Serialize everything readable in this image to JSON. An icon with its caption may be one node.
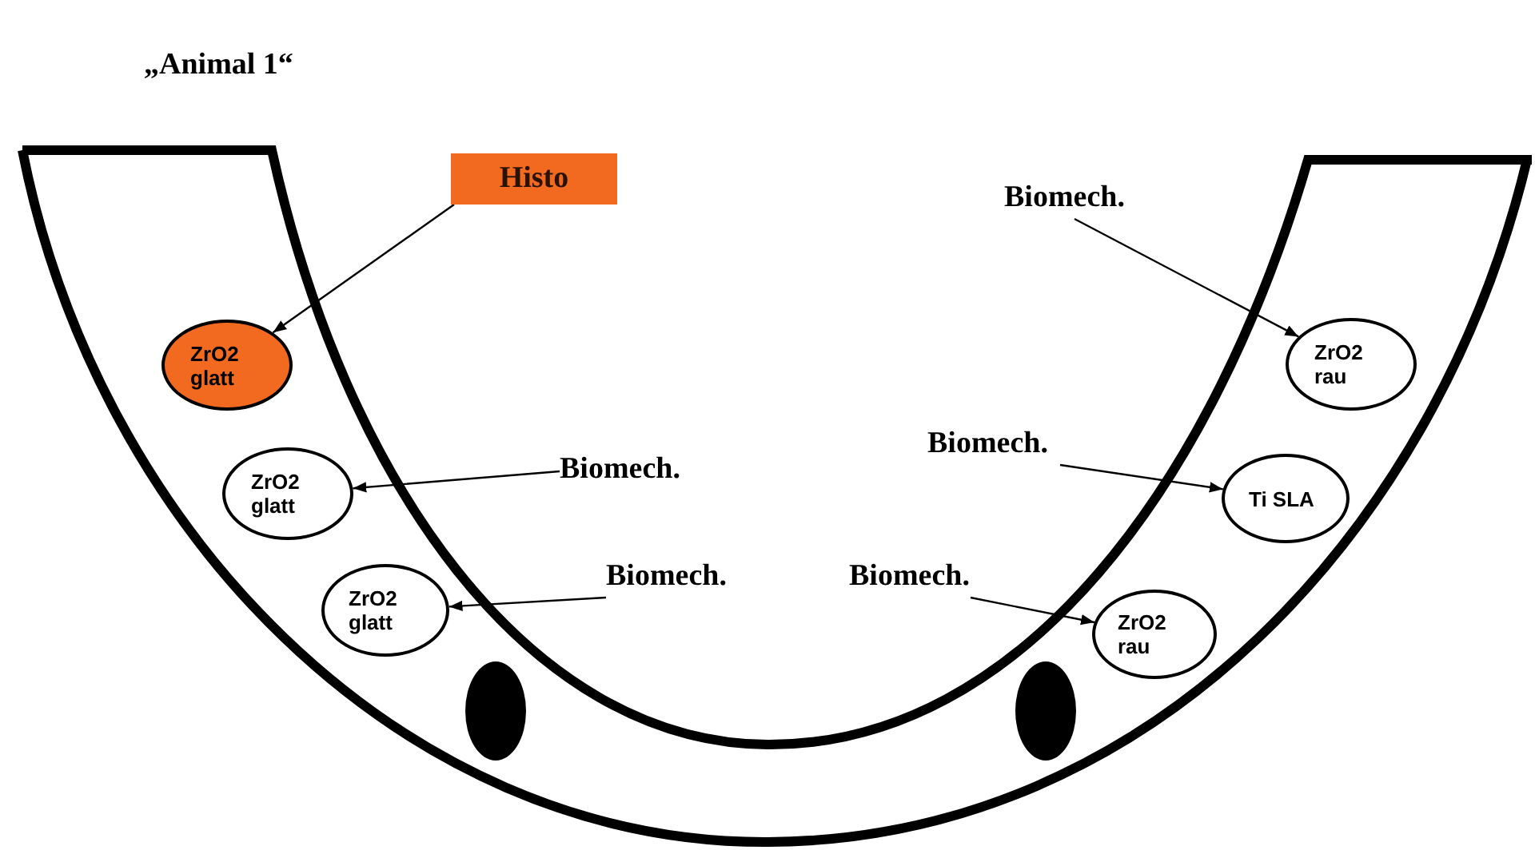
{
  "diagram": {
    "title": "„Animal 1“",
    "nodes": [
      {
        "text": [
          "Histo"
        ]
      },
      {
        "text": [
          "Biomech."
        ]
      },
      {
        "text": [
          "ZrO2 glatt"
        ]
      },
      {
        "text": [
          "ZrO2 rau"
        ]
      },
      {
        "text": [
          "Biomech."
        ]
      },
      {
        "text": [
          "ZrO2 glatt"
        ]
      },
      {
        "text": [
          "Biomech."
        ]
      },
      {
        "text": [
          "Ti SLA"
        ]
      },
      {
        "text": [
          "Biomech."
        ]
      },
      {
        "text": [
          "Biomech."
        ]
      },
      {
        "text": [
          "ZrO2 glatt"
        ]
      },
      {
        "text": [
          "ZrO2 rau"
        ]
      }
    ],
    "edges": [
      {
        "from": 0,
        "to": 2,
        "arrow": "to"
      },
      {
        "from": 1,
        "to": 3,
        "arrow": "to"
      },
      {
        "from": 6,
        "to": 5,
        "arrow": "to"
      },
      {
        "from": 4,
        "to": 7,
        "arrow": "to"
      },
      {
        "from": 8,
        "to": 10,
        "arrow": "to"
      },
      {
        "from": 9,
        "to": 11,
        "arrow": "to"
      }
    ]
  }
}
